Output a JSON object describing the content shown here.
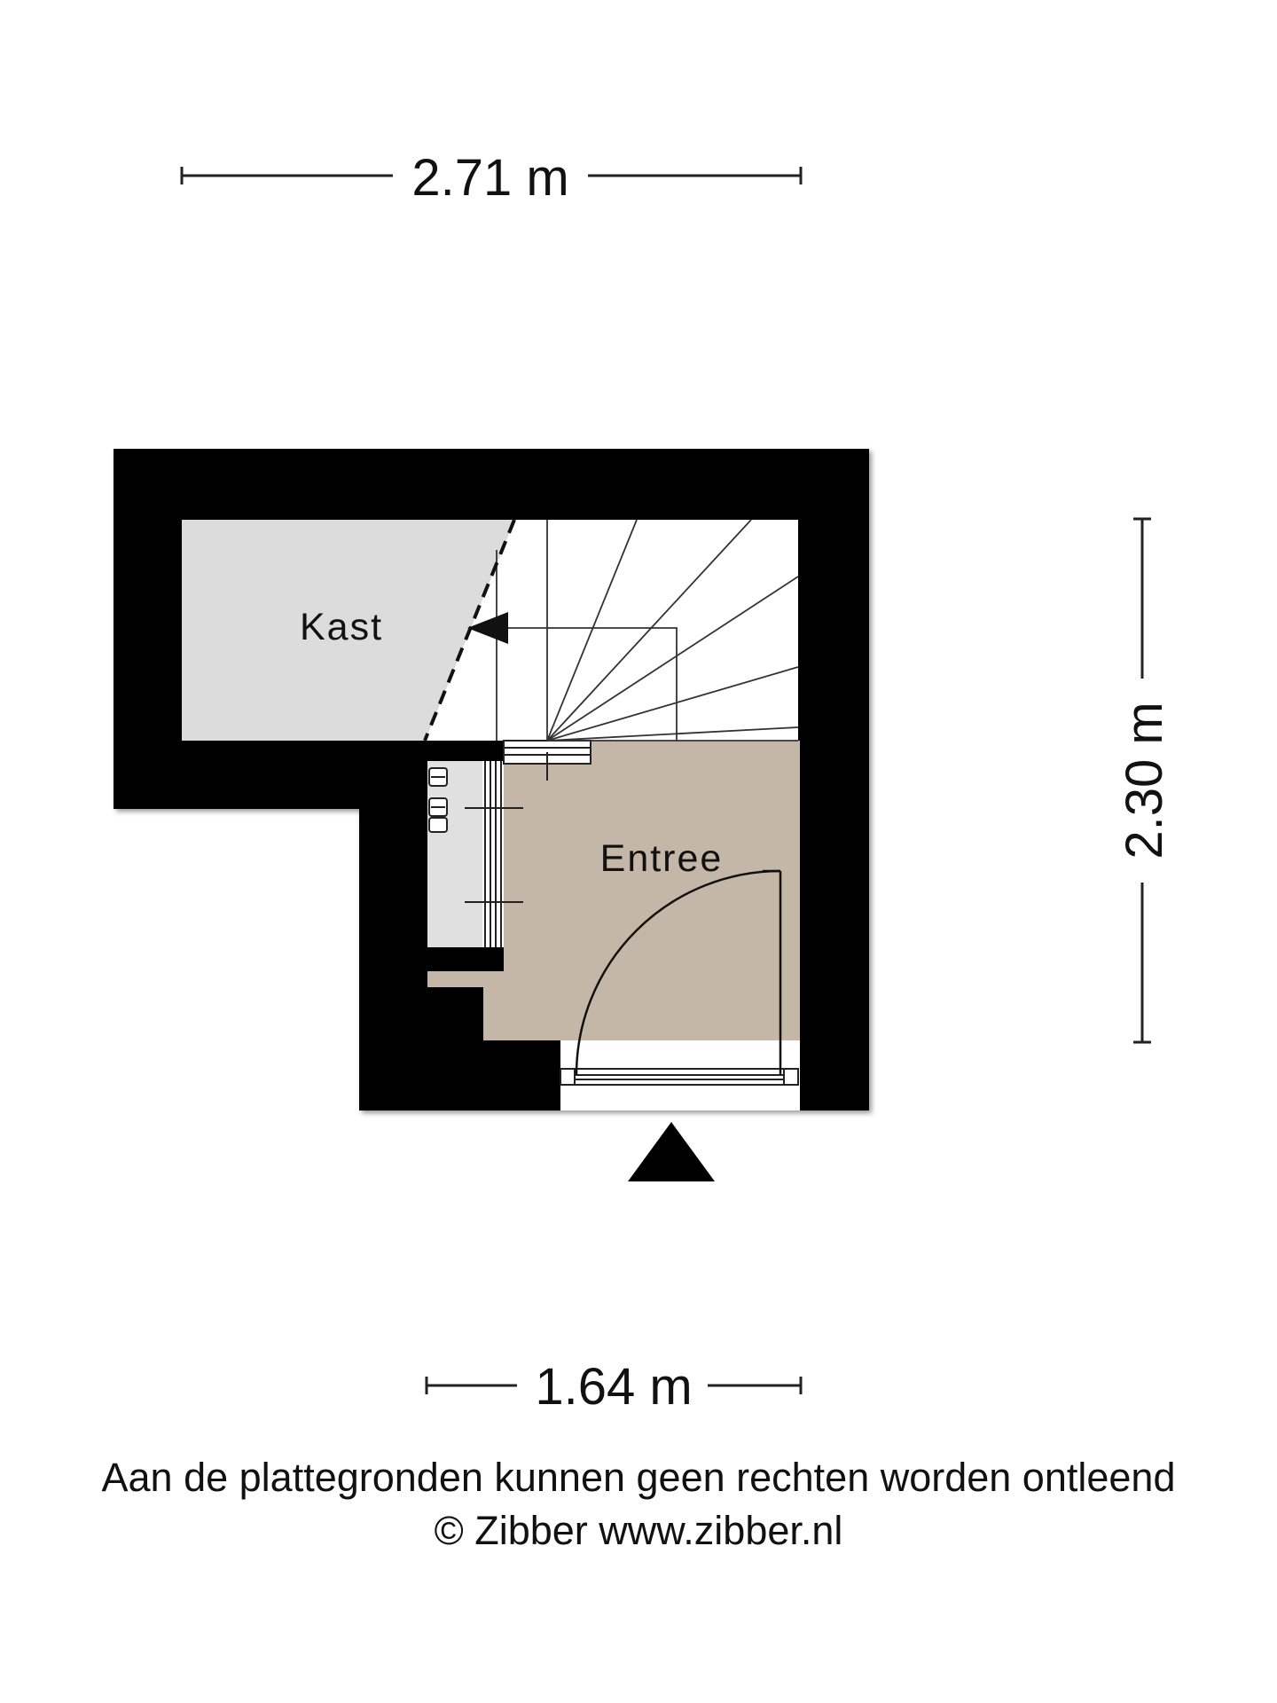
{
  "dimensions": {
    "top_width": "2.71 m",
    "right_height": "2.30 m",
    "bottom_width": "1.64 m"
  },
  "rooms": {
    "kast": "Kast",
    "entree": "Entree"
  },
  "colors": {
    "wall": "#000000",
    "kast_fill": "#dcdcdc",
    "entree_fill": "#c4b7a7",
    "closet_fill": "#e0e0e0"
  },
  "footer": {
    "disclaimer": "Aan de plattegronden kunnen geen rechten worden ontleend",
    "copyright": "© Zibber www.zibber.nl"
  }
}
